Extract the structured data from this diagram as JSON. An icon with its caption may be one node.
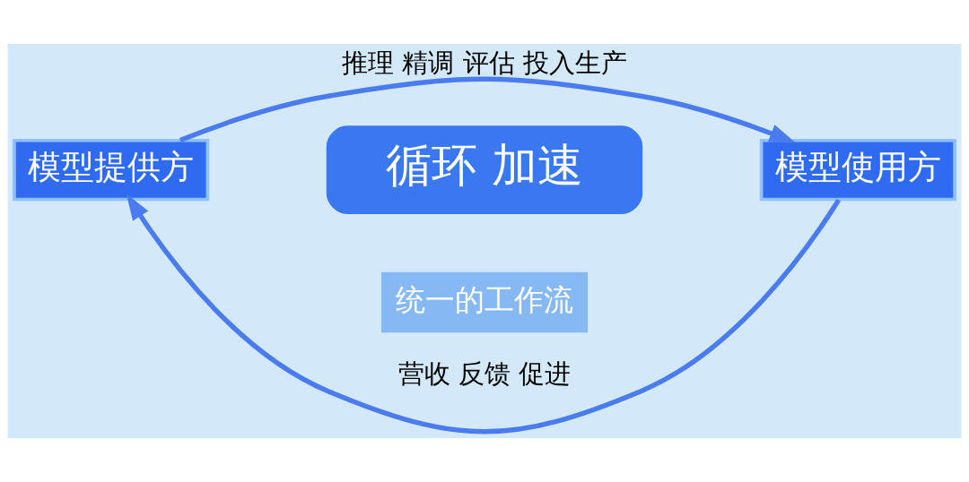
{
  "diagram": {
    "nodes": [
      {
        "text": [
          "模型提供方"
        ]
      },
      {
        "text": [
          "模型使用方"
        ]
      },
      {
        "text": [
          "循环 加速"
        ]
      },
      {
        "text": [
          "统一的工作流"
        ]
      }
    ],
    "edges": [
      {
        "from": 1,
        "to": 0,
        "arrow": "to",
        "label": "营收 反馈 促进"
      },
      {
        "from": 0,
        "to": 1,
        "arrow": "to",
        "label": "推理 精调 评估 投入生产"
      }
    ]
  }
}
